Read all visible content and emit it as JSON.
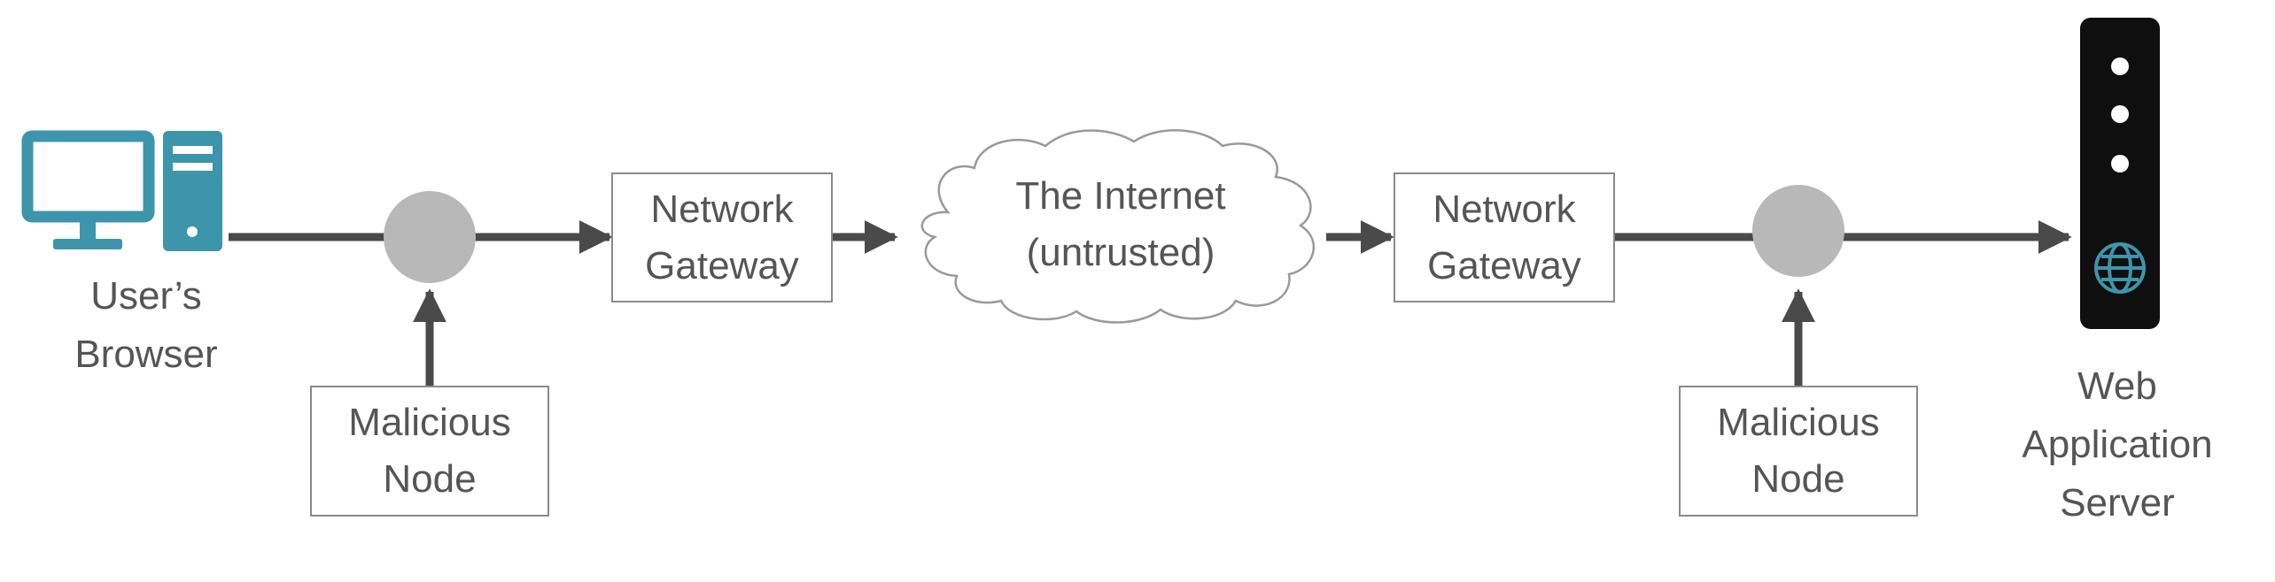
{
  "colors": {
    "accent": "#3c95ab",
    "line": "#4a4a4a",
    "node": "#b8b8b8",
    "server": "#0f0f0f",
    "text": "#555555"
  },
  "browser": {
    "label_line1": "User’s",
    "label_line2": "Browser",
    "icon": "desktop-computer-icon"
  },
  "gateway_left": {
    "line1": "Network",
    "line2": "Gateway"
  },
  "internet": {
    "line1": "The Internet",
    "line2": "(untrusted)"
  },
  "gateway_right": {
    "line1": "Network",
    "line2": "Gateway"
  },
  "malicious_left": {
    "line1": "Malicious",
    "line2": "Node"
  },
  "malicious_right": {
    "line1": "Malicious",
    "line2": "Node"
  },
  "server": {
    "line1": "Web",
    "line2": "Application",
    "line3": "Server",
    "icon": "globe-icon"
  }
}
